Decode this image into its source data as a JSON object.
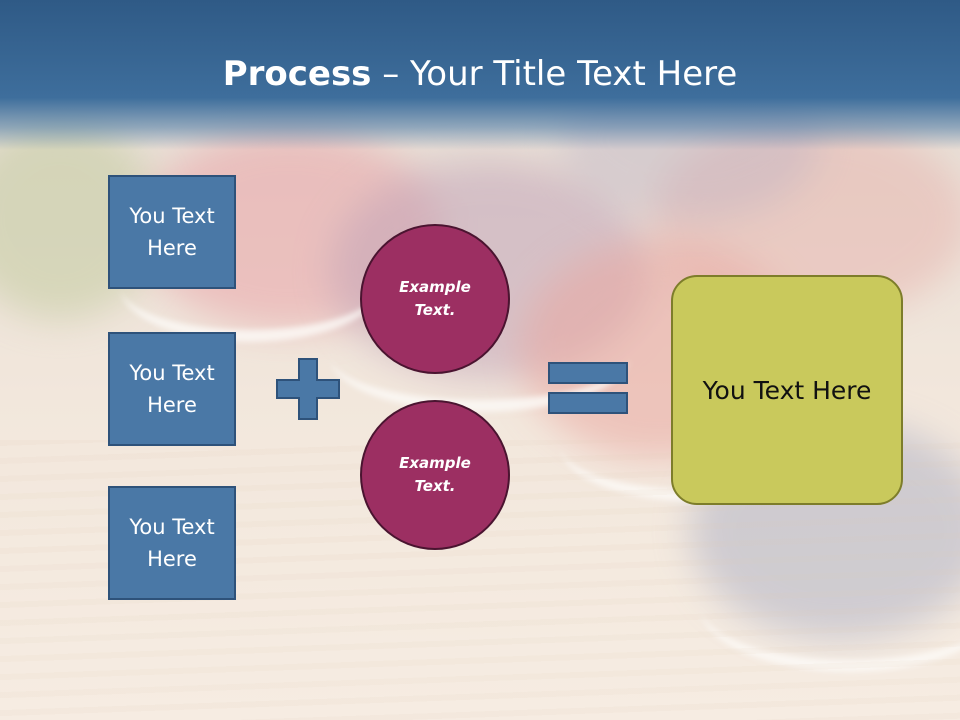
{
  "slide": {
    "title_bold": "Process",
    "title_rest": " – Your Title Text Here",
    "inputs": [
      {
        "label": "You Text Here"
      },
      {
        "label": "You Text Here"
      },
      {
        "label": "You Text Here"
      }
    ],
    "operands": [
      {
        "label": "Example Text."
      },
      {
        "label": "Example Text."
      }
    ],
    "result": {
      "label": "You Text Here"
    }
  },
  "colors": {
    "title_bar": "#3e6e9c",
    "input_box": "#4a78a6",
    "operand_circle": "#9c2f62",
    "result_box": "#c9c95c",
    "symbols": "#4a78a6"
  },
  "icons": {
    "plus": "plus-icon",
    "equals": "equals-icon"
  }
}
